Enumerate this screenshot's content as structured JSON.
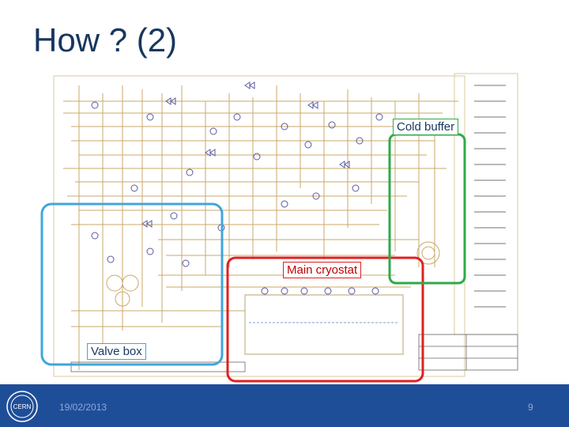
{
  "slide": {
    "title": "How ? (2)",
    "date": "19/02/2013",
    "page_number": "9"
  },
  "callouts": {
    "cold_buffer": {
      "label": "Cold buffer",
      "color": "#2eaa4a"
    },
    "main_cryostat": {
      "label": "Main cryostat",
      "color": "#e02020"
    },
    "valve_box": {
      "label": "Valve box",
      "color": "#3fa6dc"
    }
  },
  "logo": {
    "text": "CERN"
  },
  "colors": {
    "footer": "#1f4e99",
    "title": "#17375e",
    "schematic_lines": "#c9a96a"
  }
}
